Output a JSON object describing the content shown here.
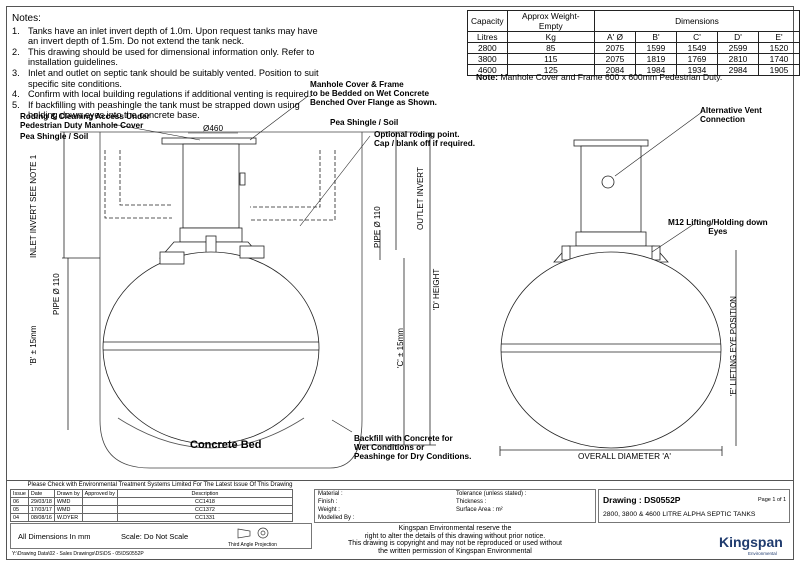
{
  "notes": {
    "heading": "Notes:",
    "items": [
      {
        "num": "1.",
        "text": "Tanks have an inlet invert depth of 1.0m. Upon request tanks may have an invert depth of 1.5m. Do not extend the tank neck."
      },
      {
        "num": "2.",
        "text": "This drawing should be used for dimensional information only. Refer to installation guidelines."
      },
      {
        "num": "3.",
        "text": "Inlet and outlet on septic tank should be suitably vented. Position to suit specific site conditions."
      },
      {
        "num": "4.",
        "text": "Confirm with local building regulations if additional venting is required."
      },
      {
        "num": "5.",
        "text": "If backfilling with peashingle the tank must be strapped down using holding down eyes into the concrete base."
      }
    ]
  },
  "dimensions_table": {
    "col_capacity": "Capacity",
    "col_weight": "Approx Weight-Empty",
    "col_dimensions": "Dimensions",
    "sub_capacity": "Litres",
    "sub_weight": "Kg",
    "sub_a": "A' Ø",
    "sub_b": "B'",
    "sub_c": "C'",
    "sub_d": "D'",
    "sub_e": "E'",
    "rows": [
      {
        "litres": "2800",
        "kg": "85",
        "a": "2075",
        "b": "1599",
        "c": "1549",
        "d": "2599",
        "e": "1520"
      },
      {
        "litres": "3800",
        "kg": "115",
        "a": "2075",
        "b": "1819",
        "c": "1769",
        "d": "2810",
        "e": "1740"
      },
      {
        "litres": "4600",
        "kg": "125",
        "a": "2084",
        "b": "1984",
        "c": "1934",
        "d": "2984",
        "e": "1905"
      }
    ],
    "note_label": "Note:",
    "note_text": "Manhole Cover and Frame 600 x 600mm Pedestrian Duty."
  },
  "labels": {
    "roding_access": "Roding & Cleaning Access Under",
    "roding_access_2": "Pedestrian Duty Manhole Cover",
    "pea_shingle_left": "Pea Shingle / Soil",
    "dia_460": "Ø460",
    "manhole_cover_1": "Manhole Cover & Frame",
    "manhole_cover_2": "to be Bedded on Wet Concrete",
    "manhole_cover_3": "Benched Over Flange as Shown.",
    "pea_shingle_right": "Pea Shingle / Soil",
    "optional_roding_1": "Optional roding point.",
    "optional_roding_2": "Cap / blank off if required.",
    "inlet_invert": "INLET INVERT SEE NOTE 1",
    "pipe_left": "PIPE Ø 110",
    "b_dim": "'B' ± 15mm",
    "pipe_right": "PIPE Ø 110",
    "outlet_invert": "OUTLET INVERT",
    "d_height": "'D' HEIGHT",
    "c_dim": "'C' ± 15mm",
    "concrete_bed": "Concrete Bed",
    "backfill_1": "Backfill with Concrete for",
    "backfill_2": "Wet Conditions or",
    "backfill_3": "Peashinge for Dry Conditions.",
    "alt_vent_1": "Alternative Vent",
    "alt_vent_2": "Connection",
    "m12_1": "M12 Lifting/Holding down",
    "m12_2": "Eyes",
    "e_lifting": "'E' LIFTING EYE POSITION",
    "overall_dia": "OVERALL DIAMETER 'A'"
  },
  "title_block": {
    "check_text": "Please Check with Environmental Treatment Systems Limited For The Latest Issue Of This Drawing",
    "rev_headers": [
      "Issue",
      "Date",
      "Drawn by",
      "Approved by",
      "Description"
    ],
    "revisions": [
      {
        "issue": "06",
        "date": "29/03/18",
        "drawn": "WMD",
        "approved": "",
        "desc": "CC1418"
      },
      {
        "issue": "05",
        "date": "17/03/17",
        "drawn": "WMD",
        "approved": "",
        "desc": "CC1372"
      },
      {
        "issue": "04",
        "date": "08/08/16",
        "drawn": "W.DYER",
        "approved": "",
        "desc": "CC1331"
      }
    ],
    "all_dimensions": "All Dimensions In mm",
    "scale": "Scale: Do Not Scale",
    "projection": "Third Angle Projection",
    "file_path": "Y:\\Drawing Data\\02 - Sales Drawings\\DS\\DS - 05\\DS0552P",
    "material": "Material :",
    "finish": "Finish :",
    "weight": "Weight :",
    "modelled_by": "Modelled By :",
    "tolerance": "Tolerance (unless stated) :",
    "thickness": "Thickness :",
    "surface_area": "Surface Area :  m²",
    "copyright_1": "Kingspan Environmental reserve the",
    "copyright_2": "right to alter the details of this drawing without prior notice.",
    "copyright_3": "This drawing is copyright and may not be reproduced or used without",
    "copyright_4": "the written permission of Kingspan Environmental",
    "drawing_no": "Drawing : DS0552P",
    "page": "Page 1 of 1",
    "drawing_title": "2800, 3800 & 4600 LITRE ALPHA SEPTIC TANKS",
    "brand": "Kingspan",
    "brand_sub": "Environmental"
  }
}
